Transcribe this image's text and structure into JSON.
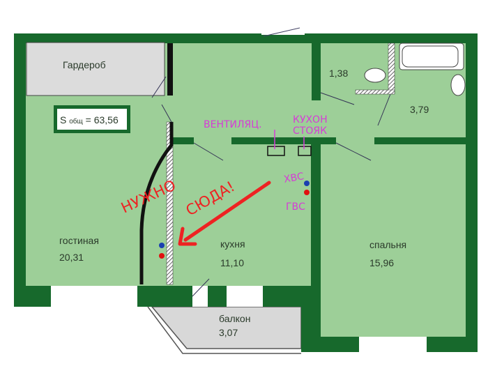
{
  "colors": {
    "wall": "#17692c",
    "floor": "#9dcf98",
    "closet": "#dcdcdc",
    "annotation_magenta": "#d63cd6",
    "annotation_red": "#ee2222",
    "cold_water": "#1a3fb0",
    "hot_water": "#e01010"
  },
  "rooms": {
    "wardrobe": {
      "label": "Гардероб"
    },
    "total_area": {
      "label": "S",
      "sub": "общ",
      "value": "= 63,56"
    },
    "toilet": {
      "area": "1,38"
    },
    "bathroom": {
      "area": "3,79"
    },
    "living_room": {
      "label": "гостиная",
      "area": "20,31"
    },
    "kitchen": {
      "label": "кухня",
      "area": "11,10"
    },
    "bedroom": {
      "label": "спальня",
      "area": "15,96"
    },
    "balcony": {
      "label": "балкон",
      "area": "3,07"
    }
  },
  "annotations": {
    "ventilation": "ВЕНТИЛЯЦ.",
    "kitchen_riser_line1": "КУХОН",
    "kitchen_riser_line2": "СТОЯК",
    "cold_water": "ХВС",
    "hot_water": "ГВС",
    "need_here_1": "НУЖНО",
    "need_here_2": "СЮДА!"
  }
}
